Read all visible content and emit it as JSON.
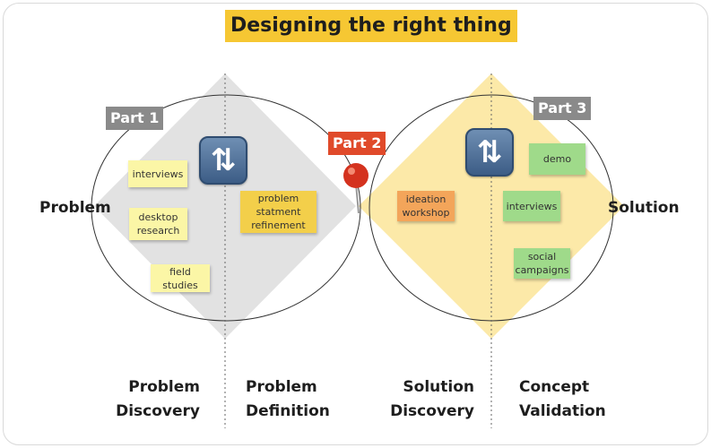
{
  "title": "Designing the right thing",
  "parts": {
    "part1": "Part 1",
    "part2": "Part 2",
    "part3": "Part 3"
  },
  "side_labels": {
    "left": "Problem",
    "right": "Solution"
  },
  "notes": {
    "interviews_1": "interviews",
    "desktop_research": "desktop research",
    "field_studies": "field studies",
    "problem_statement": "problem statment refinement",
    "ideation_workshop": "ideation workshop",
    "demo": "demo",
    "interviews_2": "interviews",
    "social_campaigns": "social campaigns"
  },
  "phases": {
    "problem_discovery": "Problem Discovery",
    "problem_definition": "Problem Definition",
    "solution_discovery": "Solution Discovery",
    "concept_validation": "Concept Validation"
  },
  "icons": {
    "loop_left": "refresh-loop-icon",
    "loop_right": "refresh-loop-icon",
    "pin": "pushpin-icon"
  },
  "colors": {
    "title_bg": "#f6c733",
    "left_diamond": "#e2e2e2",
    "right_diamond": "#fce9a8",
    "part_grey": "#8a8a8a",
    "part_red": "#e04a2a"
  }
}
